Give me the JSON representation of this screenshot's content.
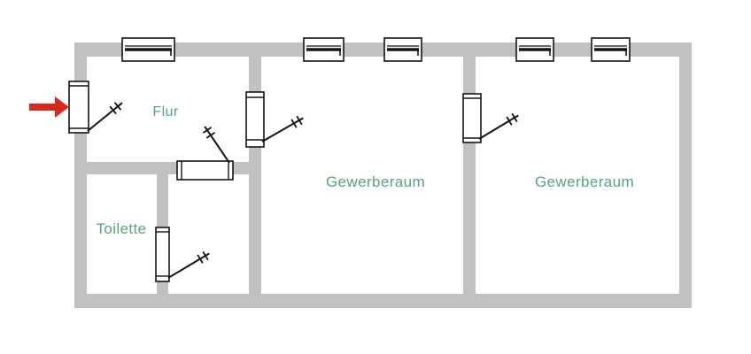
{
  "floorplan": {
    "rooms": [
      {
        "id": "flur",
        "label": "Flur"
      },
      {
        "id": "toilette",
        "label": "Toilette"
      },
      {
        "id": "gewerberaum-1",
        "label": "Gewerberaum"
      },
      {
        "id": "gewerberaum-2",
        "label": "Gewerberaum"
      }
    ],
    "colors": {
      "wall-color": "#c1c1c1",
      "label-color": "#56a57b",
      "arrow-color": "#d4291e",
      "line-color": "#141414",
      "bg-color": "#ffffff"
    }
  }
}
